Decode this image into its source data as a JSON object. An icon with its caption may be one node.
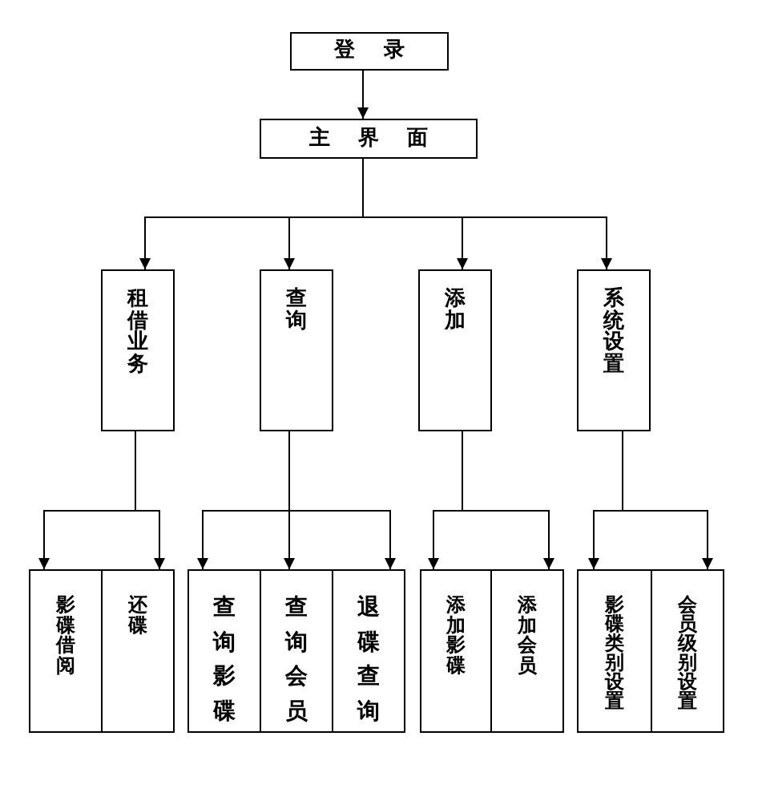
{
  "diagram": {
    "nodes": [
      {
        "text": [
          "登 录"
        ]
      },
      {
        "text": [
          "主 界 面"
        ]
      },
      {
        "text": [
          "租借业务"
        ]
      },
      {
        "text": [
          "查询"
        ]
      },
      {
        "text": [
          "添加"
        ]
      },
      {
        "text": [
          "系统设置"
        ]
      },
      {
        "text": [
          "影碟借阅"
        ]
      },
      {
        "text": [
          "还碟"
        ]
      },
      {
        "text": [
          "查询影碟"
        ]
      },
      {
        "text": [
          "查询会员"
        ]
      },
      {
        "text": [
          "退碟查询"
        ]
      },
      {
        "text": [
          "添加影碟"
        ]
      },
      {
        "text": [
          "添加会员"
        ]
      },
      {
        "text": [
          "影碟类别设置"
        ]
      },
      {
        "text": [
          "会员级别设置"
        ]
      }
    ],
    "edges": [
      {
        "from": 0,
        "to": 1,
        "arrow": "to"
      },
      {
        "from": 1,
        "to": 2,
        "arrow": "to"
      },
      {
        "from": 1,
        "to": 3,
        "arrow": "to"
      },
      {
        "from": 1,
        "to": 4,
        "arrow": "to"
      },
      {
        "from": 1,
        "to": 5,
        "arrow": "to"
      },
      {
        "from": 2,
        "to": 6,
        "arrow": "to"
      },
      {
        "from": 2,
        "to": 7,
        "arrow": "to"
      },
      {
        "from": 3,
        "to": 8,
        "arrow": "to"
      },
      {
        "from": 3,
        "to": 9,
        "arrow": "to"
      },
      {
        "from": 3,
        "to": 10,
        "arrow": "to"
      },
      {
        "from": 4,
        "to": 11,
        "arrow": "to"
      },
      {
        "from": 4,
        "to": 12,
        "arrow": "to"
      },
      {
        "from": 5,
        "to": 13,
        "arrow": "to"
      },
      {
        "from": 5,
        "to": 14,
        "arrow": "to"
      }
    ]
  }
}
